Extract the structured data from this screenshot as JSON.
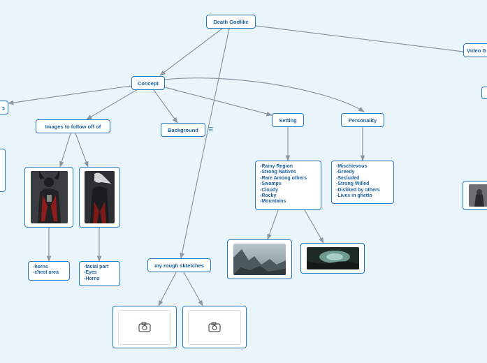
{
  "nodes": {
    "root": "Death Godlike",
    "concept": "Concept",
    "video_games_cut": "Video G",
    "images_to_follow": "Images to follow off of",
    "background": "Background",
    "setting": "Setting",
    "personality": "Personality",
    "rough_sketches": "my rough sktetches",
    "left_cut": "s"
  },
  "setting_traits": [
    "-Rainy Region",
    "-Strong Natives",
    "-Rare Among others",
    "-Swamps",
    "-Cloudy",
    "-Rocky",
    "-Mountains"
  ],
  "personality_traits": [
    "-Mischievous",
    "-Greedy",
    "-Secluded",
    "-Strong Willed",
    "-Disliked by others",
    "-Lives in ghetto"
  ],
  "image_one_notes": [
    "-horns",
    "-chest area"
  ],
  "image_two_notes": [
    "-facial part",
    "-Eyes",
    "-Horns"
  ],
  "icons": {
    "note": "note-lines-icon",
    "camera": "camera-icon"
  },
  "colors": {
    "background": "#e9f4fb",
    "node_border": "#1f78c1",
    "node_text": "#1a5f9e",
    "connector": "#8a96a3"
  }
}
